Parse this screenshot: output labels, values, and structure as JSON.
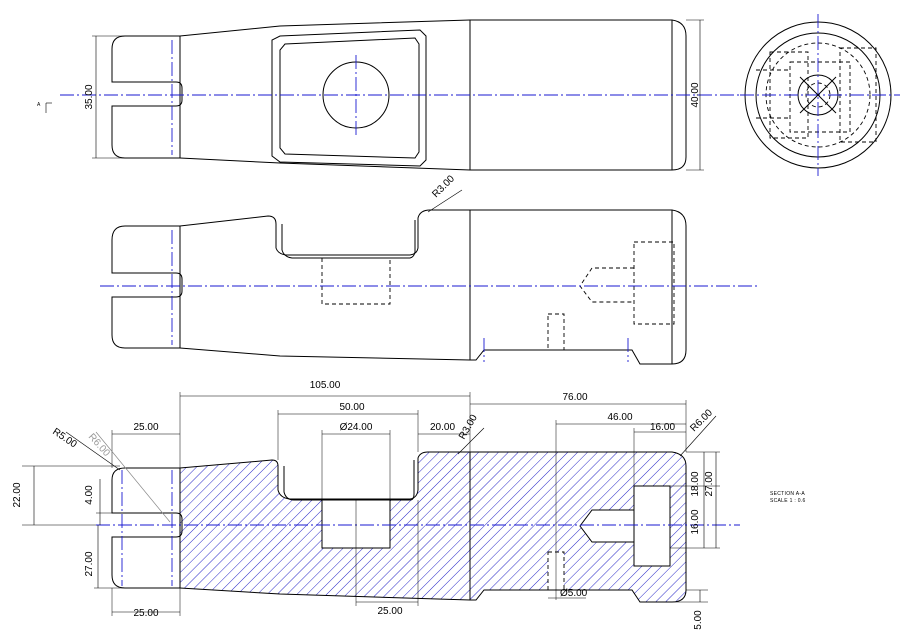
{
  "section_marker": "A",
  "section_title": "SECTION A-A",
  "section_scale": "SCALE 1 : 0.6",
  "colors": {
    "centerline": "#1a1ad0",
    "hatch": "#2a2ac8",
    "outline": "#000000"
  },
  "dims": {
    "top_height": "35.00",
    "top_right_height": "40.00",
    "fillet_top": "R3.00",
    "total_105": "105.00",
    "d50": "50.00",
    "d25_left_top": "25.00",
    "r5": "R5.00",
    "r6_grey": "R6.00",
    "dia24": "Ø24.00",
    "d20": "20.00",
    "fillet_mid": "R3.00",
    "d76": "76.00",
    "d46": "46.00",
    "d16": "16.00",
    "r6_right": "R6.00",
    "h22": "22.00",
    "h4": "4.00",
    "h27_left": "27.00",
    "h18": "18.00",
    "h27_right": "27.00",
    "h16": "16.00",
    "d25_bottom_left": "25.00",
    "d25_bottom_mid": "25.00",
    "dia5": "Ø5.00",
    "h5": "5.00"
  }
}
